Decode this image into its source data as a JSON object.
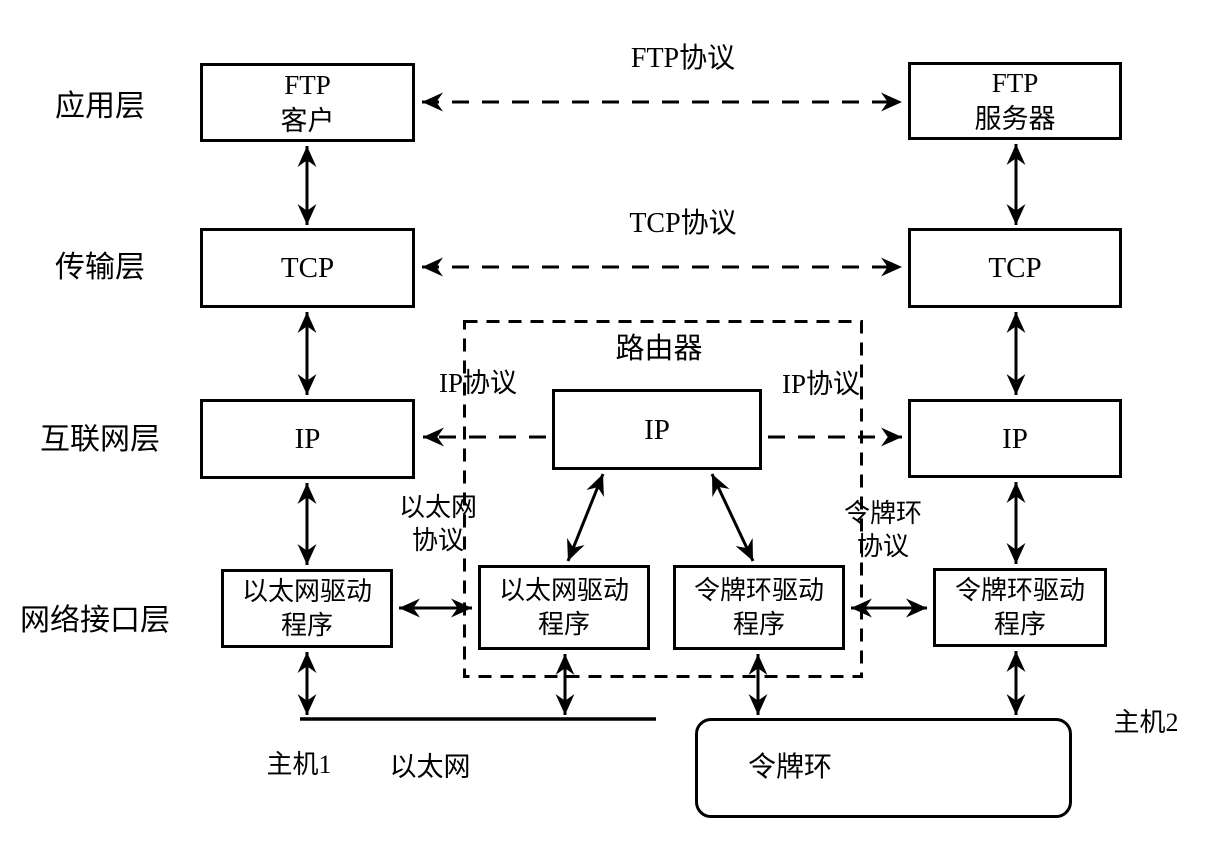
{
  "colors": {
    "ink": "#000000",
    "paper": "#ffffff"
  },
  "layers": {
    "application": "应用层",
    "transport": "传输层",
    "internet": "互联网层",
    "network_interface": "网络接口层"
  },
  "host1": {
    "label": "主机1",
    "app": "FTP\n客户",
    "tcp": "TCP",
    "ip": "IP",
    "driver": "以太网驱动\n程序"
  },
  "host2": {
    "label": "主机2",
    "app": "FTP\n服务器",
    "tcp": "TCP",
    "ip": "IP",
    "driver": "令牌环驱动\n程序"
  },
  "router": {
    "title": "路由器",
    "ip": "IP",
    "ethernet_driver": "以太网驱动\n程序",
    "token_ring_driver": "令牌环驱动\n程序"
  },
  "protocols": {
    "ftp": "FTP协议",
    "tcp": "TCP协议",
    "ip_left": "IP协议",
    "ip_right": "IP协议",
    "ethernet": "以太网\n协议",
    "token_ring": "令牌环\n协议"
  },
  "networks": {
    "ethernet": "以太网",
    "token_ring": "令牌环"
  }
}
